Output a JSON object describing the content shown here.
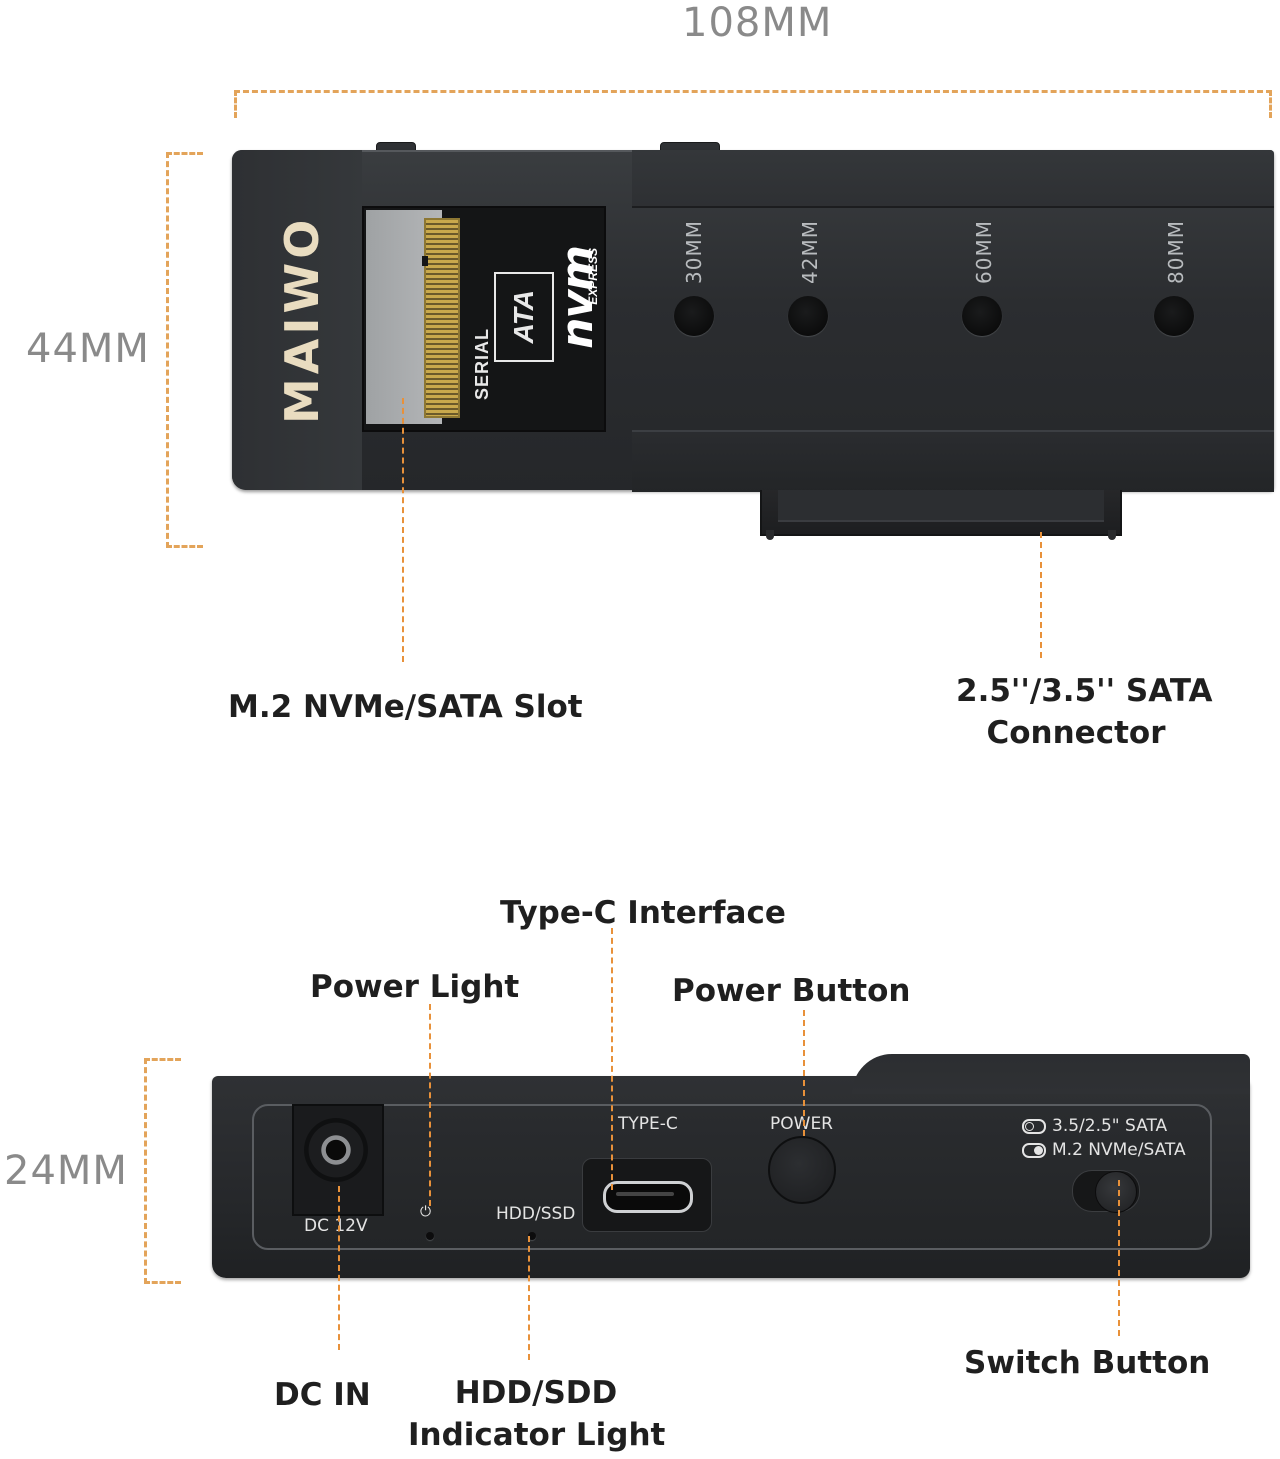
{
  "dimensions": {
    "width": "108MM",
    "height": "44MM",
    "depth": "24MM"
  },
  "device_top": {
    "brand": "MAIWO",
    "serial_label": "SERIAL",
    "ata_label": "ATA",
    "nvm_label": "nvm",
    "express_label": "EXPRESS",
    "length_marks": [
      "30MM",
      "42MM",
      "60MM",
      "80MM"
    ]
  },
  "device_front": {
    "dc_label": "DC 12V",
    "power_icon": "power-icon",
    "hdd_ssd_label": "HDD/SSD",
    "typec_label": "TYPE-C",
    "power_label": "POWER",
    "switch_option_1": "3.5/2.5\" SATA",
    "switch_option_2": "M.2 NVMe/SATA"
  },
  "callouts": {
    "m2_slot": "M.2 NVMe/SATA Slot",
    "sata_connector_line1": "2.5''/3.5'' SATA",
    "sata_connector_line2": "Connector",
    "type_c": "Type-C Interface",
    "power_light": "Power Light",
    "power_button": "Power Button",
    "dc_in": "DC IN",
    "indicator_line1": "HDD/SDD",
    "indicator_line2": "Indicator Light",
    "switch_button": "Switch Button"
  },
  "colors": {
    "dimension_line": "#e3a45a",
    "device_body": "#2b2d30"
  }
}
